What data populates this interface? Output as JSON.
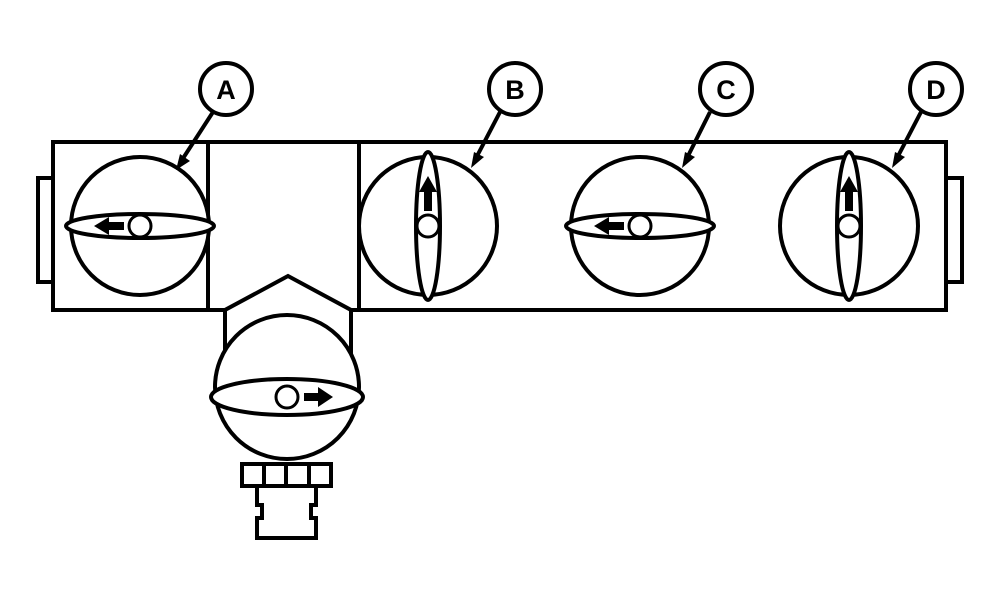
{
  "callouts": [
    {
      "label": "A",
      "handle": "horizontal",
      "arrow": "left"
    },
    {
      "label": "B",
      "handle": "vertical",
      "arrow": "up"
    },
    {
      "label": "C",
      "handle": "horizontal",
      "arrow": "left"
    },
    {
      "label": "D",
      "handle": "vertical",
      "arrow": "up"
    }
  ],
  "bottom_valve": {
    "handle": "horizontal",
    "arrow": "right"
  },
  "colors": {
    "line": "#000000",
    "fill": "#ffffff"
  }
}
